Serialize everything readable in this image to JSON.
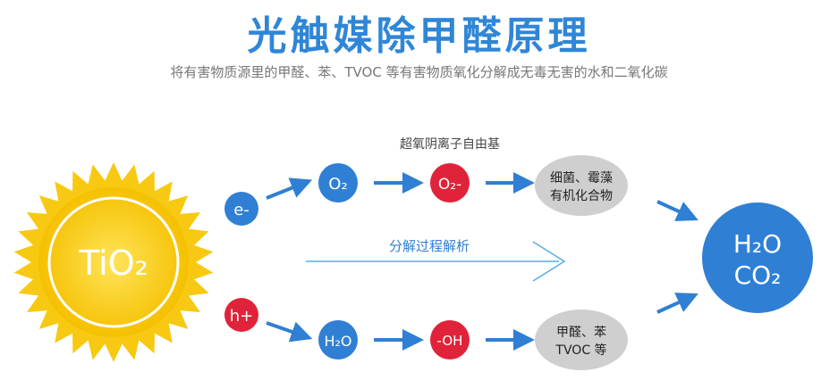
{
  "header": {
    "title": "光触媒除甲醛原理",
    "subtitle": "将有害物质源里的甲醛、苯、TVOC 等有害物质氧化分解成无毒无害的水和二氧化碳"
  },
  "sun": {
    "label": "TiO₂"
  },
  "top_chain": {
    "carrier": "e-",
    "reactant": "O₂",
    "radical": "O₂-",
    "radical_caption": "超氧阴离子自由基",
    "targets": [
      "细菌、霉藻",
      "有机化合物"
    ]
  },
  "bottom_chain": {
    "carrier": "h+",
    "reactant": "H₂O",
    "radical": "-OH",
    "targets": [
      "甲醛、苯",
      "TVOC 等"
    ]
  },
  "process_label": "分解过程解析",
  "product": {
    "lines": [
      "H₂O",
      "CO₂"
    ]
  },
  "colors": {
    "blue": "#2f7fd4",
    "red": "#e0233a",
    "grey": "#cfcfcf",
    "sun": "#f7c912",
    "arrow": "#2f7fd4",
    "title": "#2f86d6"
  }
}
